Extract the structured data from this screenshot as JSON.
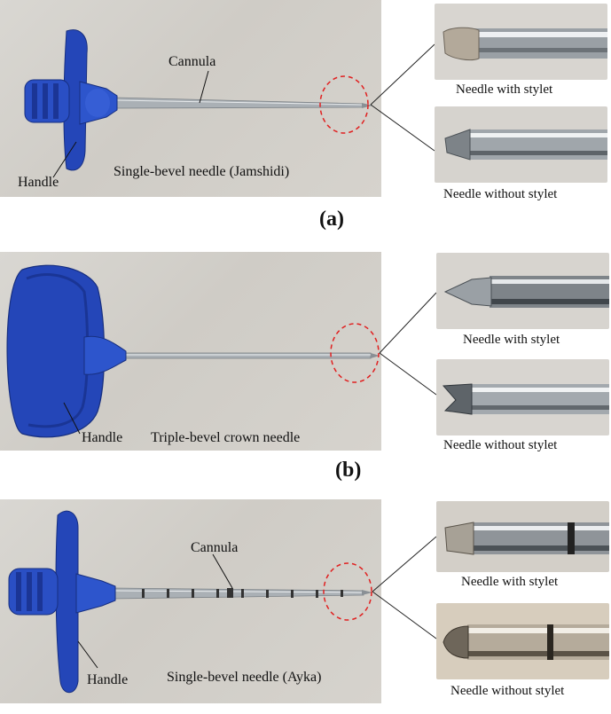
{
  "colors": {
    "handle_blue": "#2446b8",
    "steel": "#b7bcc0",
    "callout_red": "#e02020"
  },
  "panels": [
    {
      "caption": "(a)",
      "needle_label": "Single-bevel needle (Jamshidi)",
      "handle_label": "Handle",
      "cannula_label": "Cannula",
      "thumb_top_label": "Needle with stylet",
      "thumb_bottom_label": "Needle without stylet"
    },
    {
      "caption": "(b)",
      "needle_label": "Triple-bevel crown needle",
      "handle_label": "Handle",
      "thumb_top_label": "Needle with stylet",
      "thumb_bottom_label": "Needle without stylet"
    },
    {
      "needle_label": "Single-bevel needle (Ayka)",
      "handle_label": "Handle",
      "cannula_label": "Cannula",
      "thumb_top_label": "Needle with stylet",
      "thumb_bottom_label": "Needle without stylet"
    }
  ]
}
